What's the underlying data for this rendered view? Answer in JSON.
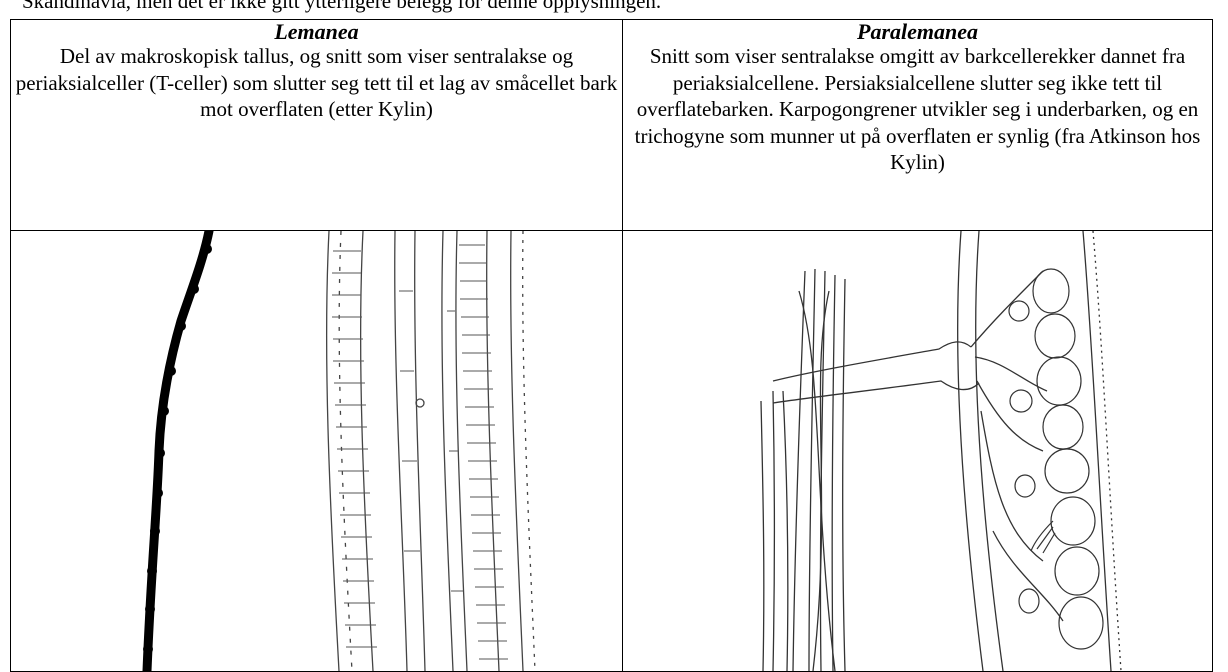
{
  "intro_line": "Skandinavia, men det er ikke gitt ytterligere belegg for denne opplysningen.",
  "left": {
    "heading": "Lemanea",
    "caption": "Del av makroskopisk tallus, og snitt som viser sentralakse og periaksialceller (T-celler) som slutter seg tett til et lag av småcellet bark mot overflaten (etter Kylin)"
  },
  "right": {
    "heading": "Paralemanea",
    "caption": "Snitt som viser sentralakse omgitt av barkcellerekker dannet fra periaksialcellene. Persiaksialcellene slutter seg ikke tett til overflatebarken. Karpogongrener utvikler seg i underbarken, og en trichogyne som munner ut på overflaten er synlig (fra Atkinson hos Kylin)"
  }
}
